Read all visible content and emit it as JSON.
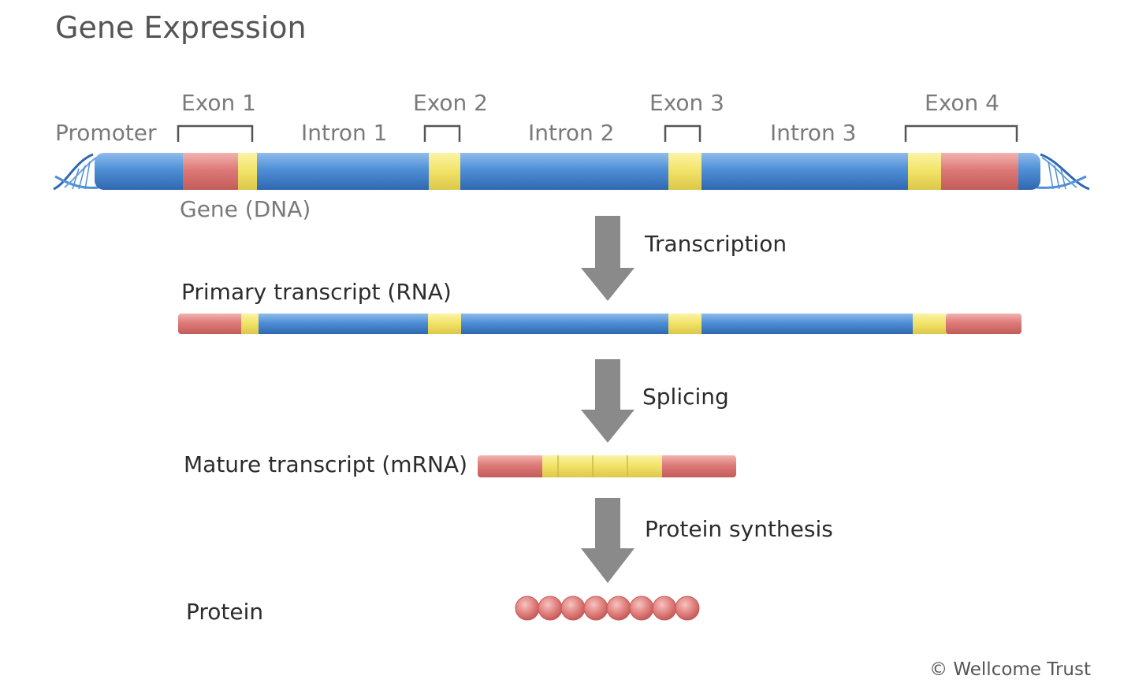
{
  "title": "Gene Expression",
  "gene": {
    "promoter": "Promoter",
    "exons": [
      "Exon 1",
      "Exon 2",
      "Exon 3",
      "Exon 4"
    ],
    "introns": [
      "Intron 1",
      "Intron 2",
      "Intron 3"
    ],
    "label": "Gene (DNA)"
  },
  "steps": {
    "transcription": "Transcription",
    "splicing": "Splicing",
    "synthesis": "Protein synthesis"
  },
  "products": {
    "primary": "Primary transcript (RNA)",
    "mature": "Mature transcript (mRNA)",
    "protein": "Protein"
  },
  "credit": "© Wellcome Trust",
  "colors": {
    "intron_blue": "#4f8fd6",
    "exon_yellow": "#f3e46a",
    "utr_red": "#dd7a78",
    "arrow_gray": "#8a8a8a"
  }
}
